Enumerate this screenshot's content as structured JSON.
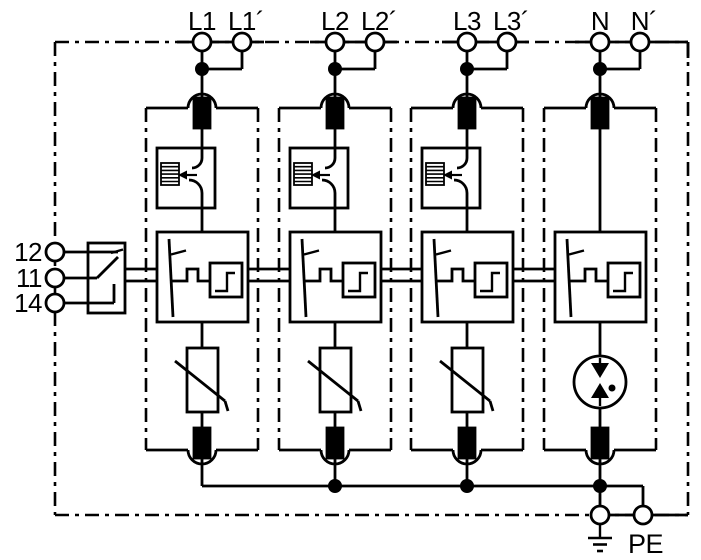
{
  "diagram": {
    "name": "surge-arrester-circuit-diagram",
    "colors": {
      "line": "#000000",
      "background": "#ffffff"
    },
    "terminals_top": [
      {
        "in": "L1",
        "out": "L1´"
      },
      {
        "in": "L2",
        "out": "L2´"
      },
      {
        "in": "L3",
        "out": "L3´"
      },
      {
        "in": "N",
        "out": "N´"
      }
    ],
    "remote_contact": {
      "terminals": [
        "12",
        "11",
        "14"
      ]
    },
    "ground": {
      "label": "PE"
    },
    "modules": [
      {
        "name": "module-l1",
        "protection": "varistor",
        "thermal_disconnect": true
      },
      {
        "name": "module-l2",
        "protection": "varistor",
        "thermal_disconnect": true
      },
      {
        "name": "module-l3",
        "protection": "varistor",
        "thermal_disconnect": true
      },
      {
        "name": "module-n",
        "protection": "spark-gap",
        "thermal_disconnect": false
      }
    ]
  }
}
